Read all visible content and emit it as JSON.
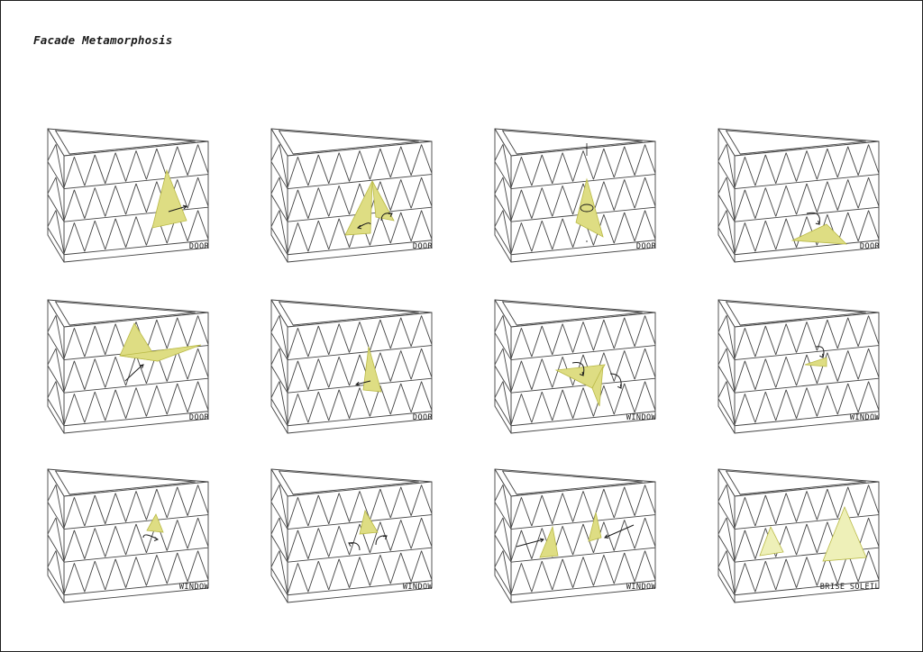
{
  "title": "Facade Metamorphosis",
  "panels": [
    {
      "caption": "DOOR",
      "variant": "swing-door"
    },
    {
      "caption": "DOOR",
      "variant": "double-door"
    },
    {
      "caption": "DOOR",
      "variant": "pivot-door"
    },
    {
      "caption": "DOOR",
      "variant": "fold-down-door"
    },
    {
      "caption": "DOOR",
      "variant": "fold-out-door"
    },
    {
      "caption": "DOOR",
      "variant": "slide-door"
    },
    {
      "caption": "WINDOW",
      "variant": "fold-window"
    },
    {
      "caption": "WINDOW",
      "variant": "small-fold-window"
    },
    {
      "caption": "WINDOW",
      "variant": "tilt-window"
    },
    {
      "caption": "WINDOW",
      "variant": "double-tilt-window"
    },
    {
      "caption": "WINDOW",
      "variant": "slide-window"
    },
    {
      "caption": "BRISE SOLEIL",
      "variant": "brise-soleil"
    }
  ],
  "colors": {
    "accent_fill": "#dedd83",
    "accent_stroke": "#b9b945",
    "soft_fill": "#eef0b8",
    "line": "#444444"
  }
}
